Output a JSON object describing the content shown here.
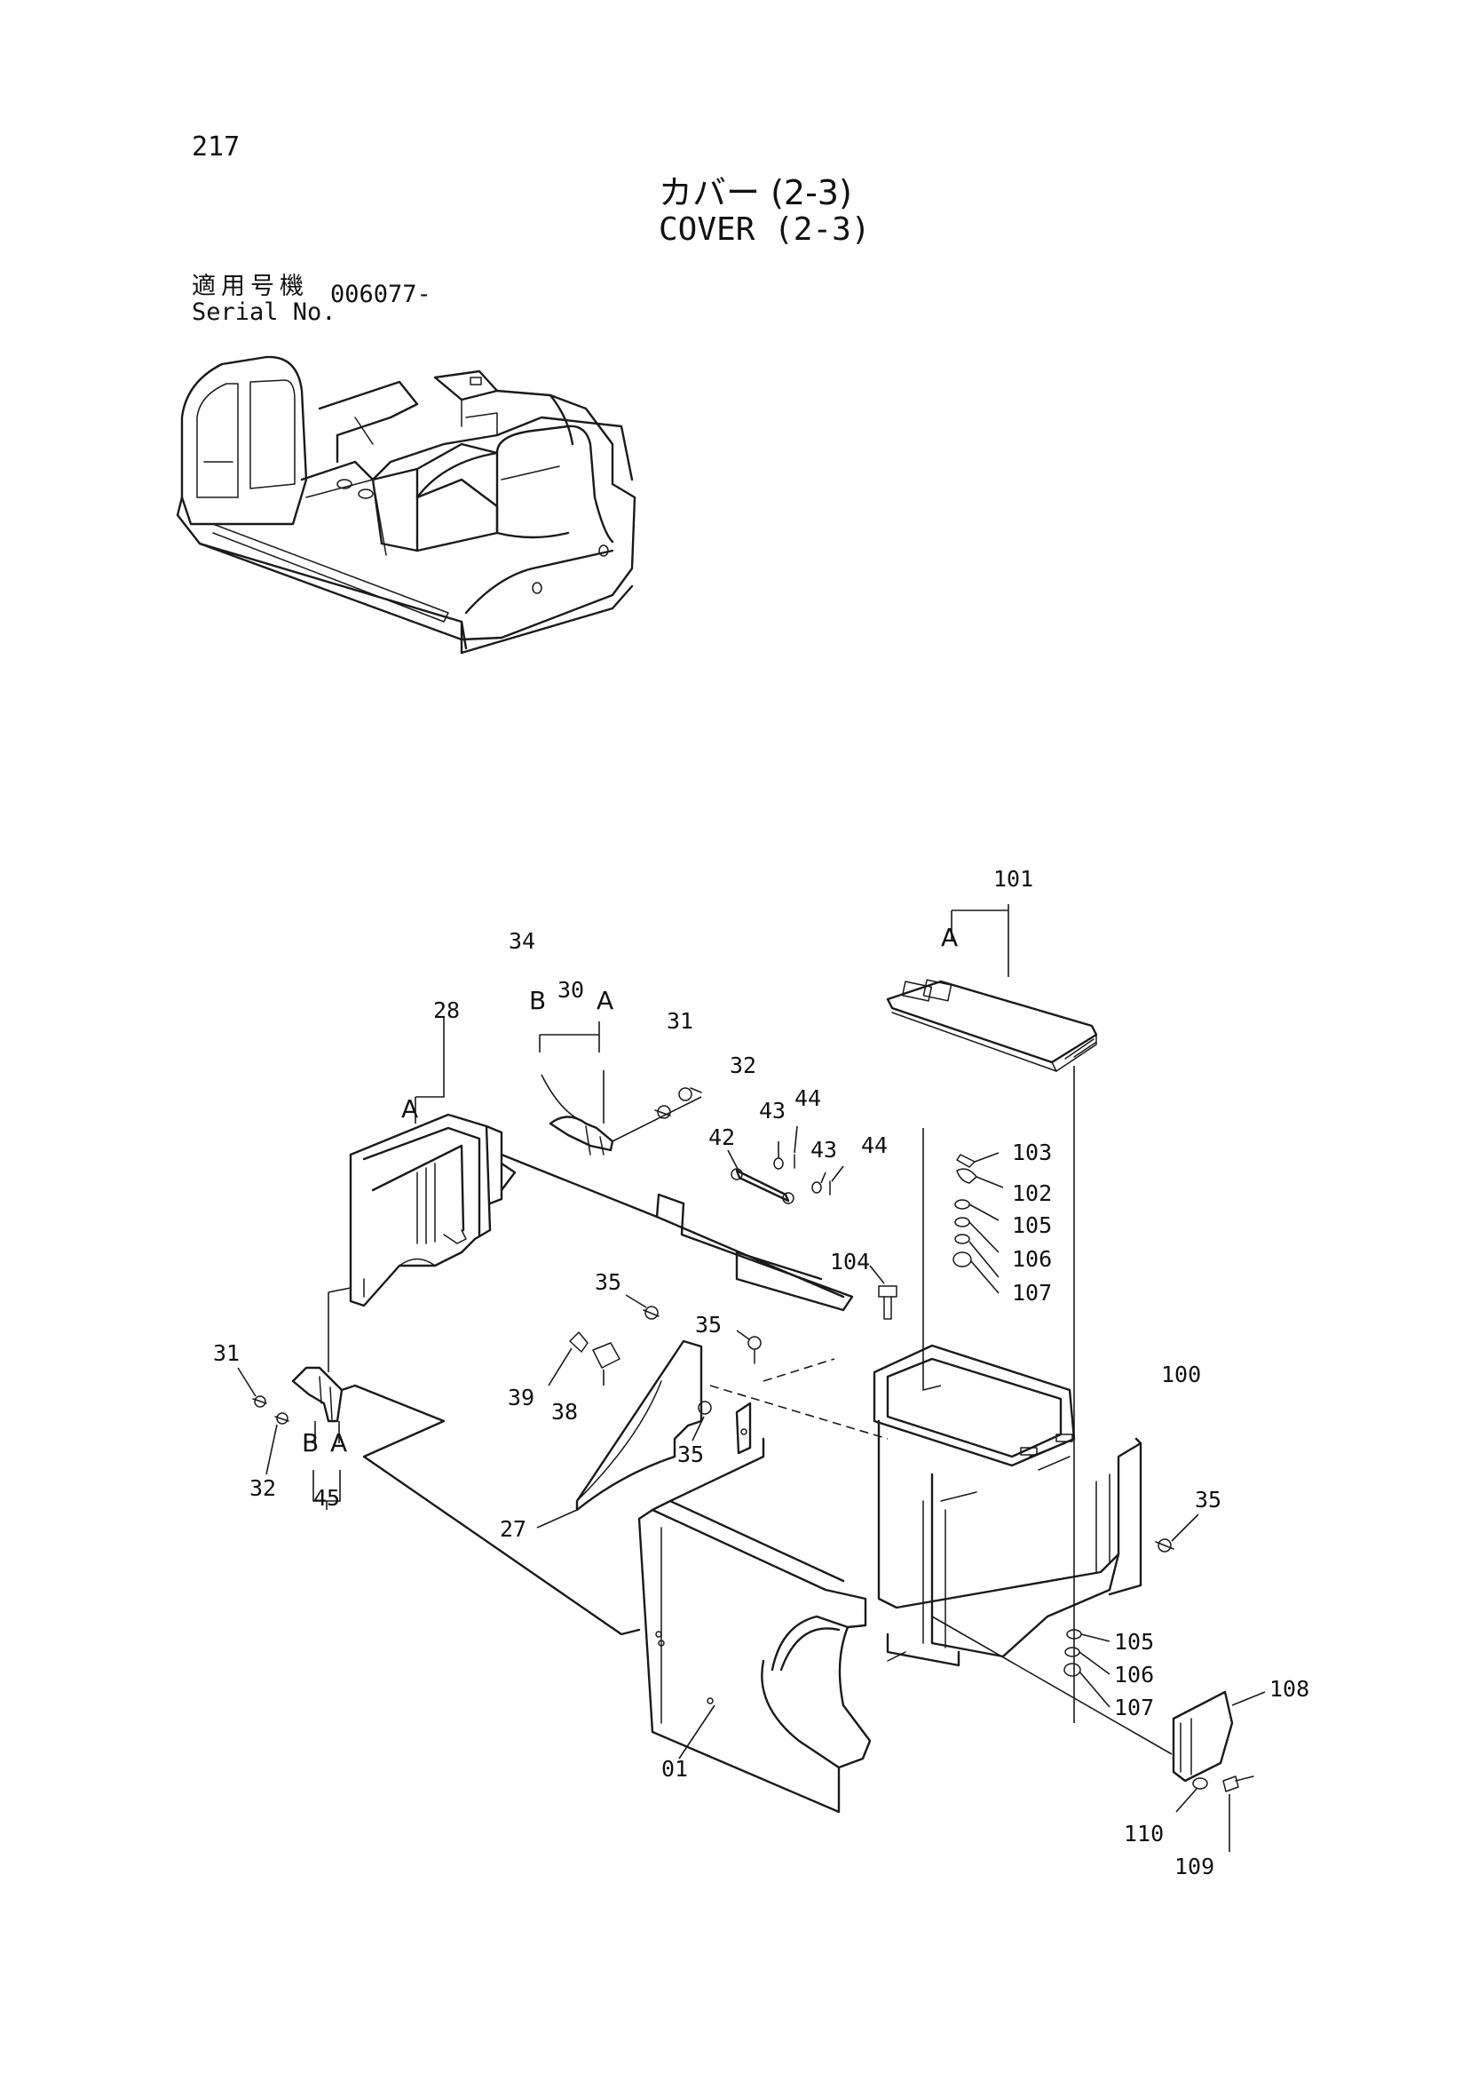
{
  "header": {
    "page_number": "217",
    "title_jp": "カバー (2-3)",
    "title_en": "COVER (2-3)",
    "serial_label_jp": "適用号機",
    "serial_label_en": "Serial No.",
    "serial_value": "006077-"
  },
  "callouts": {
    "c101": "101",
    "c34": "34",
    "c28": "28",
    "c30": "30",
    "c31a": "31",
    "c32a": "32",
    "c43a": "43",
    "c44a": "44",
    "c42": "42",
    "c43b": "43",
    "c44b": "44",
    "c103": "103",
    "c102": "102",
    "c105a": "105",
    "c106a": "106",
    "c107a": "107",
    "c104": "104",
    "c35a": "35",
    "c35b": "35",
    "c31b": "31",
    "c39": "39",
    "c38": "38",
    "c100": "100",
    "c35c": "35",
    "c32b": "32",
    "c45": "45",
    "c27": "27",
    "c35d": "35",
    "c105b": "105",
    "c106b": "106",
    "c107b": "107",
    "c108": "108",
    "c01": "01",
    "c110": "110",
    "c109": "109"
  },
  "refs": {
    "a_top": "A",
    "b30": "B",
    "a30": "A",
    "a28": "A",
    "b45": "B",
    "a45": "A"
  }
}
